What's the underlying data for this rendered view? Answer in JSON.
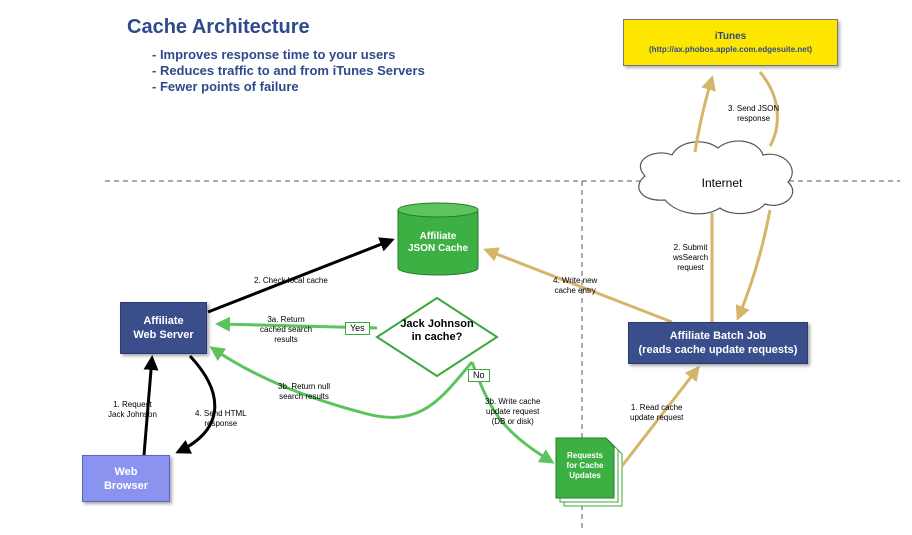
{
  "title": "Cache Architecture",
  "bullets": [
    "- Improves response time to your users",
    "- Reduces traffic to and from iTunes Servers",
    "- Fewer points of failure"
  ],
  "nodes": {
    "itunes": {
      "name": "iTunes",
      "url": "(http://ax.phobos.apple.com.edgesuite.net)"
    },
    "internet": "Internet",
    "cache": [
      "Affiliate",
      "JSON Cache"
    ],
    "web_server": [
      "Affiliate",
      "Web Server"
    ],
    "decision": [
      "Jack Johnson",
      "in cache?"
    ],
    "batch_job": [
      "Affiliate Batch Job",
      "(reads cache update requests)"
    ],
    "browser": [
      "Web",
      "Browser"
    ],
    "requests": [
      "Requests",
      "for Cache",
      "Updates"
    ]
  },
  "edges": {
    "request": [
      "1. Request",
      "Jack Johnson"
    ],
    "check_cache": "2. Check local cache",
    "return_cached": [
      "3a. Return",
      "cached search",
      "results"
    ],
    "yes": "Yes",
    "no": "No",
    "return_null": [
      "3b. Return null",
      "search results"
    ],
    "send_html": [
      "4. Send HTML",
      "response"
    ],
    "write_request": [
      "3b.  Write cache",
      "update request",
      "(DB or disk)"
    ],
    "read_request": [
      "1. Read cache",
      "update request"
    ],
    "submit": [
      "2. Submit",
      "wsSearch",
      "request"
    ],
    "send_json": [
      "3. Send JSON",
      "response"
    ],
    "write_entry": [
      "4. Write new",
      "cache entry"
    ]
  },
  "colors": {
    "title": "#2f4a8a",
    "navy_box": "#3b4e8c",
    "browser_box": "#8a94f0",
    "green": "#3cb043",
    "green_arrow": "#5cc45c",
    "tan_arrow": "#d4b56a",
    "yellow": "#ffe600"
  }
}
